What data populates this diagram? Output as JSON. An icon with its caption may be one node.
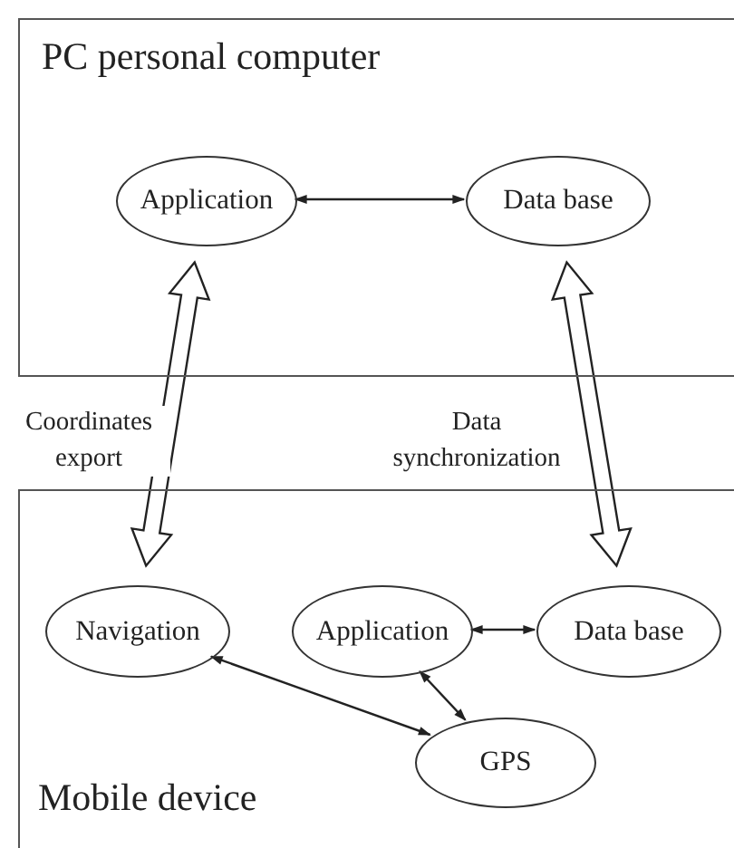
{
  "diagram": {
    "nodes": [
      {
        "text": [
          "PC personal computer"
        ]
      },
      {
        "text": [
          "Application"
        ],
        "in": 0
      },
      {
        "text": [
          "Data base"
        ],
        "in": 0
      },
      {
        "text": [
          "Mobile device"
        ]
      },
      {
        "text": [
          "Navigation"
        ],
        "in": 3
      },
      {
        "text": [
          "Application"
        ],
        "in": 3
      },
      {
        "text": [
          "Data base"
        ],
        "in": 3
      },
      {
        "text": [
          "GPS"
        ],
        "in": 3
      }
    ],
    "edges": [
      {
        "from": 1,
        "to": 2,
        "arrow": "both"
      },
      {
        "from": 1,
        "to": 4,
        "arrow": "both",
        "label": "Coordinates export",
        "style": "thick"
      },
      {
        "from": 2,
        "to": 6,
        "arrow": "both",
        "label": "Data synchronization",
        "style": "thick"
      },
      {
        "from": 5,
        "to": 6,
        "arrow": "both"
      },
      {
        "from": 5,
        "to": 7,
        "arrow": "both"
      },
      {
        "from": 4,
        "to": 7,
        "arrow": "both"
      }
    ]
  }
}
